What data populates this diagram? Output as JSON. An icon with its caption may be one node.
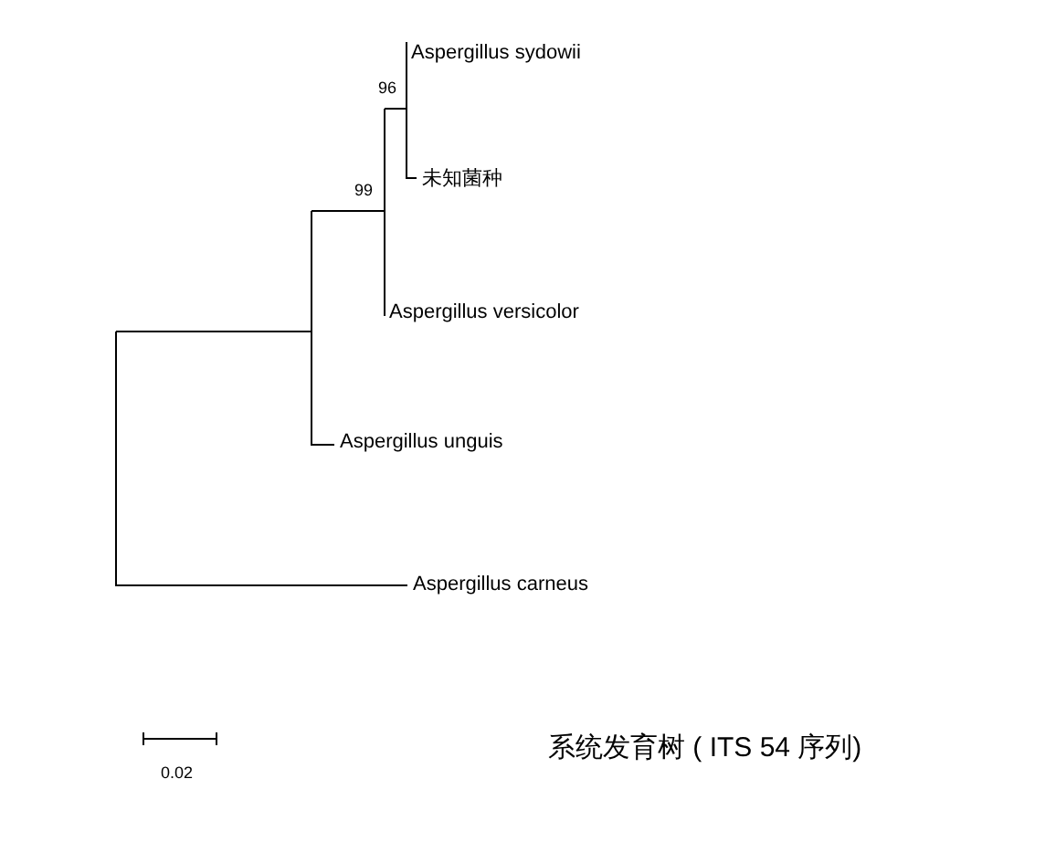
{
  "diagram": {
    "caption": "系统发育树 ( ITS 54 序列)",
    "labels": [
      "Aspergillus sydowii",
      "96",
      "未知菌种",
      "99",
      "Aspergillus versicolor",
      "Aspergillus unguis",
      "Aspergillus carneus",
      "0.02"
    ]
  }
}
